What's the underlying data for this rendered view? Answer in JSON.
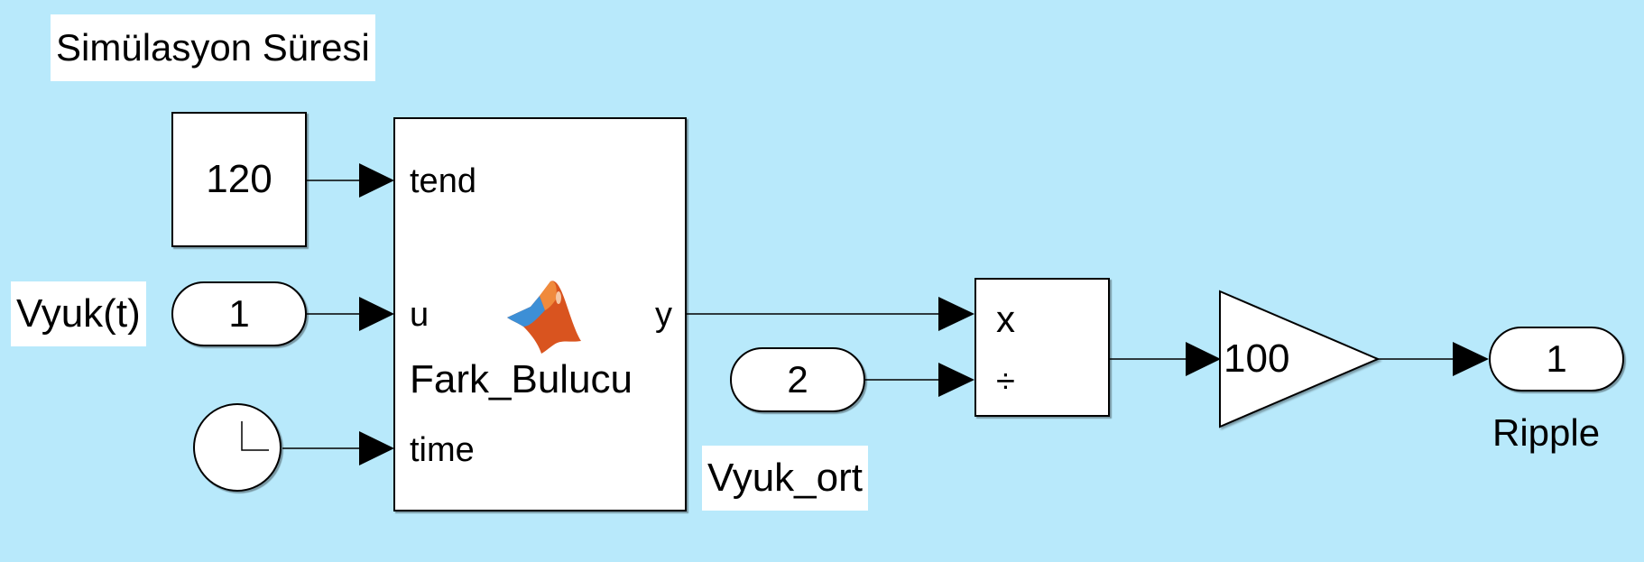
{
  "annotations": {
    "sim_time": "Simülasyon Süresi",
    "vyuk_t": "Vyuk(t)",
    "vyuk_ort": "Vyuk_ort",
    "ripple": "Ripple"
  },
  "blocks": {
    "constant": {
      "value": "120"
    },
    "inport_u": {
      "value": "1"
    },
    "inport_avg": {
      "value": "2"
    },
    "clock": {
      "icon": "clock-icon"
    },
    "fcn": {
      "name": "Fark_Bulucu",
      "icon": "matlab-logo-icon",
      "inputs": [
        "tend",
        "u",
        "time"
      ],
      "output": "y"
    },
    "divide": {
      "inputs": [
        "x",
        "÷"
      ]
    },
    "gain": {
      "value": "100"
    },
    "outport": {
      "value": "1"
    }
  },
  "colors": {
    "background": "#b8e9fb",
    "block_fill": "#ffffff",
    "line": "#000000"
  }
}
